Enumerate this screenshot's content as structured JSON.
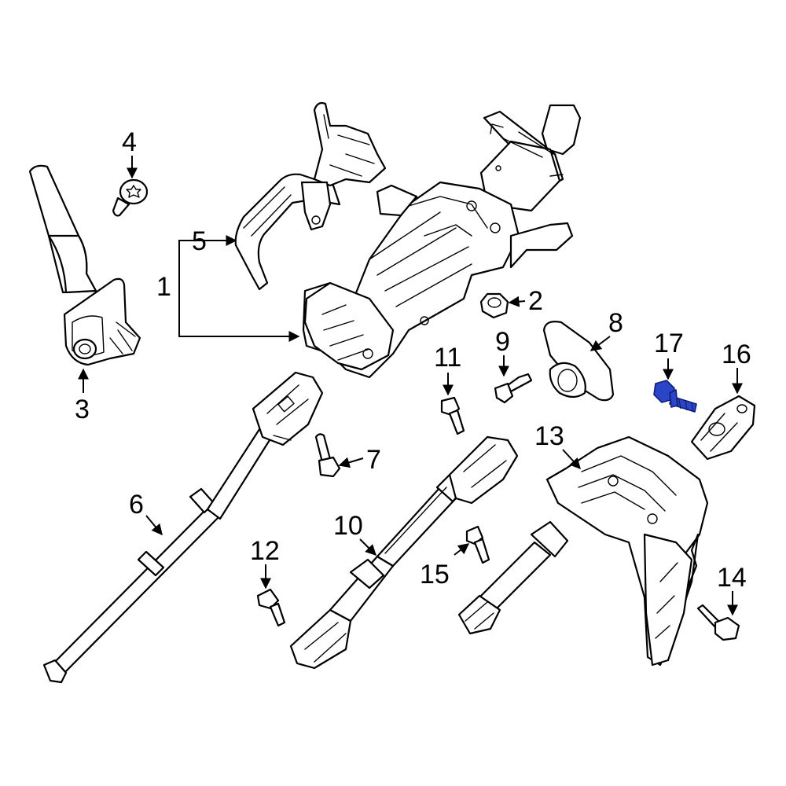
{
  "diagram": {
    "highlight_color": "#2a46c7",
    "line_color": "#000000",
    "background": "#ffffff",
    "highlighted_part": "17",
    "callouts": [
      {
        "id": "1",
        "label": "1"
      },
      {
        "id": "2",
        "label": "2"
      },
      {
        "id": "3",
        "label": "3"
      },
      {
        "id": "4",
        "label": "4"
      },
      {
        "id": "5",
        "label": "5"
      },
      {
        "id": "6",
        "label": "6"
      },
      {
        "id": "7",
        "label": "7"
      },
      {
        "id": "8",
        "label": "8"
      },
      {
        "id": "9",
        "label": "9"
      },
      {
        "id": "10",
        "label": "10"
      },
      {
        "id": "11",
        "label": "11"
      },
      {
        "id": "12",
        "label": "12"
      },
      {
        "id": "13",
        "label": "13"
      },
      {
        "id": "14",
        "label": "14"
      },
      {
        "id": "15",
        "label": "15"
      },
      {
        "id": "16",
        "label": "16"
      },
      {
        "id": "17",
        "label": "17"
      }
    ]
  }
}
